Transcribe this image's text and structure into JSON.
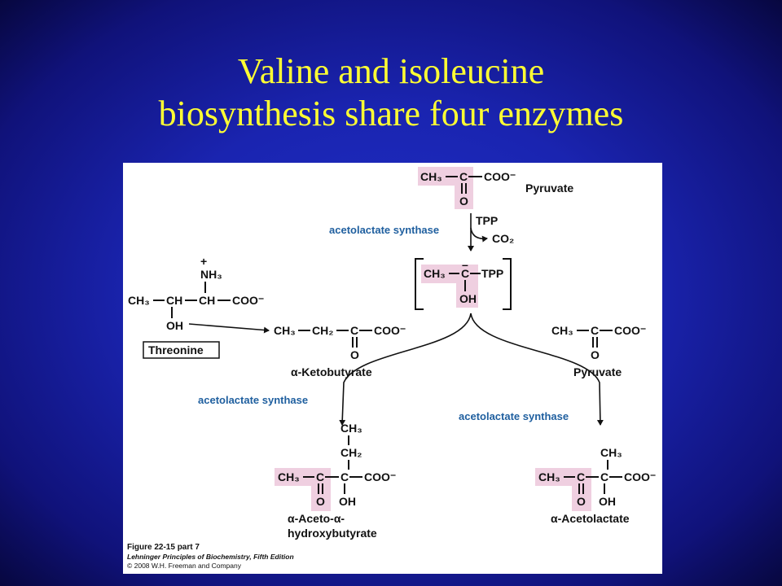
{
  "slide": {
    "title_line1": "Valine and isoleucine",
    "title_line2": "biosynthesis share four enzymes",
    "colors": {
      "title": "#ffff33",
      "background": "#1a24b0",
      "enzyme_text": "#1f5f9f",
      "highlight": "#efcfe0"
    }
  },
  "figure": {
    "pyruvate_top": {
      "ch3": "CH₃",
      "c": "C",
      "coo": "COO⁻",
      "o": "O",
      "name": "Pyruvate"
    },
    "step1": {
      "enzyme": "acetolactate synthase",
      "cofactor": "TPP",
      "product": "CO₂"
    },
    "intermediate": {
      "ch3": "CH₃",
      "charge": "–",
      "c": "C",
      "tpp": "TPP",
      "oh": "OH"
    },
    "threonine": {
      "charge": "+",
      "nh3": "NH₃",
      "ch3": "CH₃",
      "ch1": "CH",
      "ch2": "CH",
      "coo": "COO⁻",
      "oh": "OH",
      "name": "Threonine"
    },
    "ketobutyrate": {
      "ch3": "CH₃",
      "ch2": "CH₂",
      "c": "C",
      "coo": "COO⁻",
      "o": "O",
      "name": "α-Ketobutyrate"
    },
    "pyruvate_right": {
      "ch3": "CH₃",
      "c": "C",
      "coo": "COO⁻",
      "o": "O",
      "name": "Pyruvate"
    },
    "left_enzyme": "acetolactate synthase",
    "right_enzyme": "acetolactate synthase",
    "product_left": {
      "ch3_top": "CH₃",
      "ch2": "CH₂",
      "ch3": "CH₃",
      "c1": "C",
      "c2": "C",
      "coo": "COO⁻",
      "o": "O",
      "oh": "OH",
      "name_line1": "α-Aceto-α-",
      "name_line2": "hydroxybutyrate"
    },
    "product_right": {
      "ch3_top": "CH₃",
      "ch3": "CH₃",
      "c1": "C",
      "c2": "C",
      "coo": "COO⁻",
      "o": "O",
      "oh": "OH",
      "name": "α-Acetolactate"
    },
    "caption": {
      "figure": "Figure 22-15 part 7",
      "book": "Lehninger Principles of Biochemistry, Fifth Edition",
      "copyright": "© 2008 W.H. Freeman and Company"
    }
  }
}
